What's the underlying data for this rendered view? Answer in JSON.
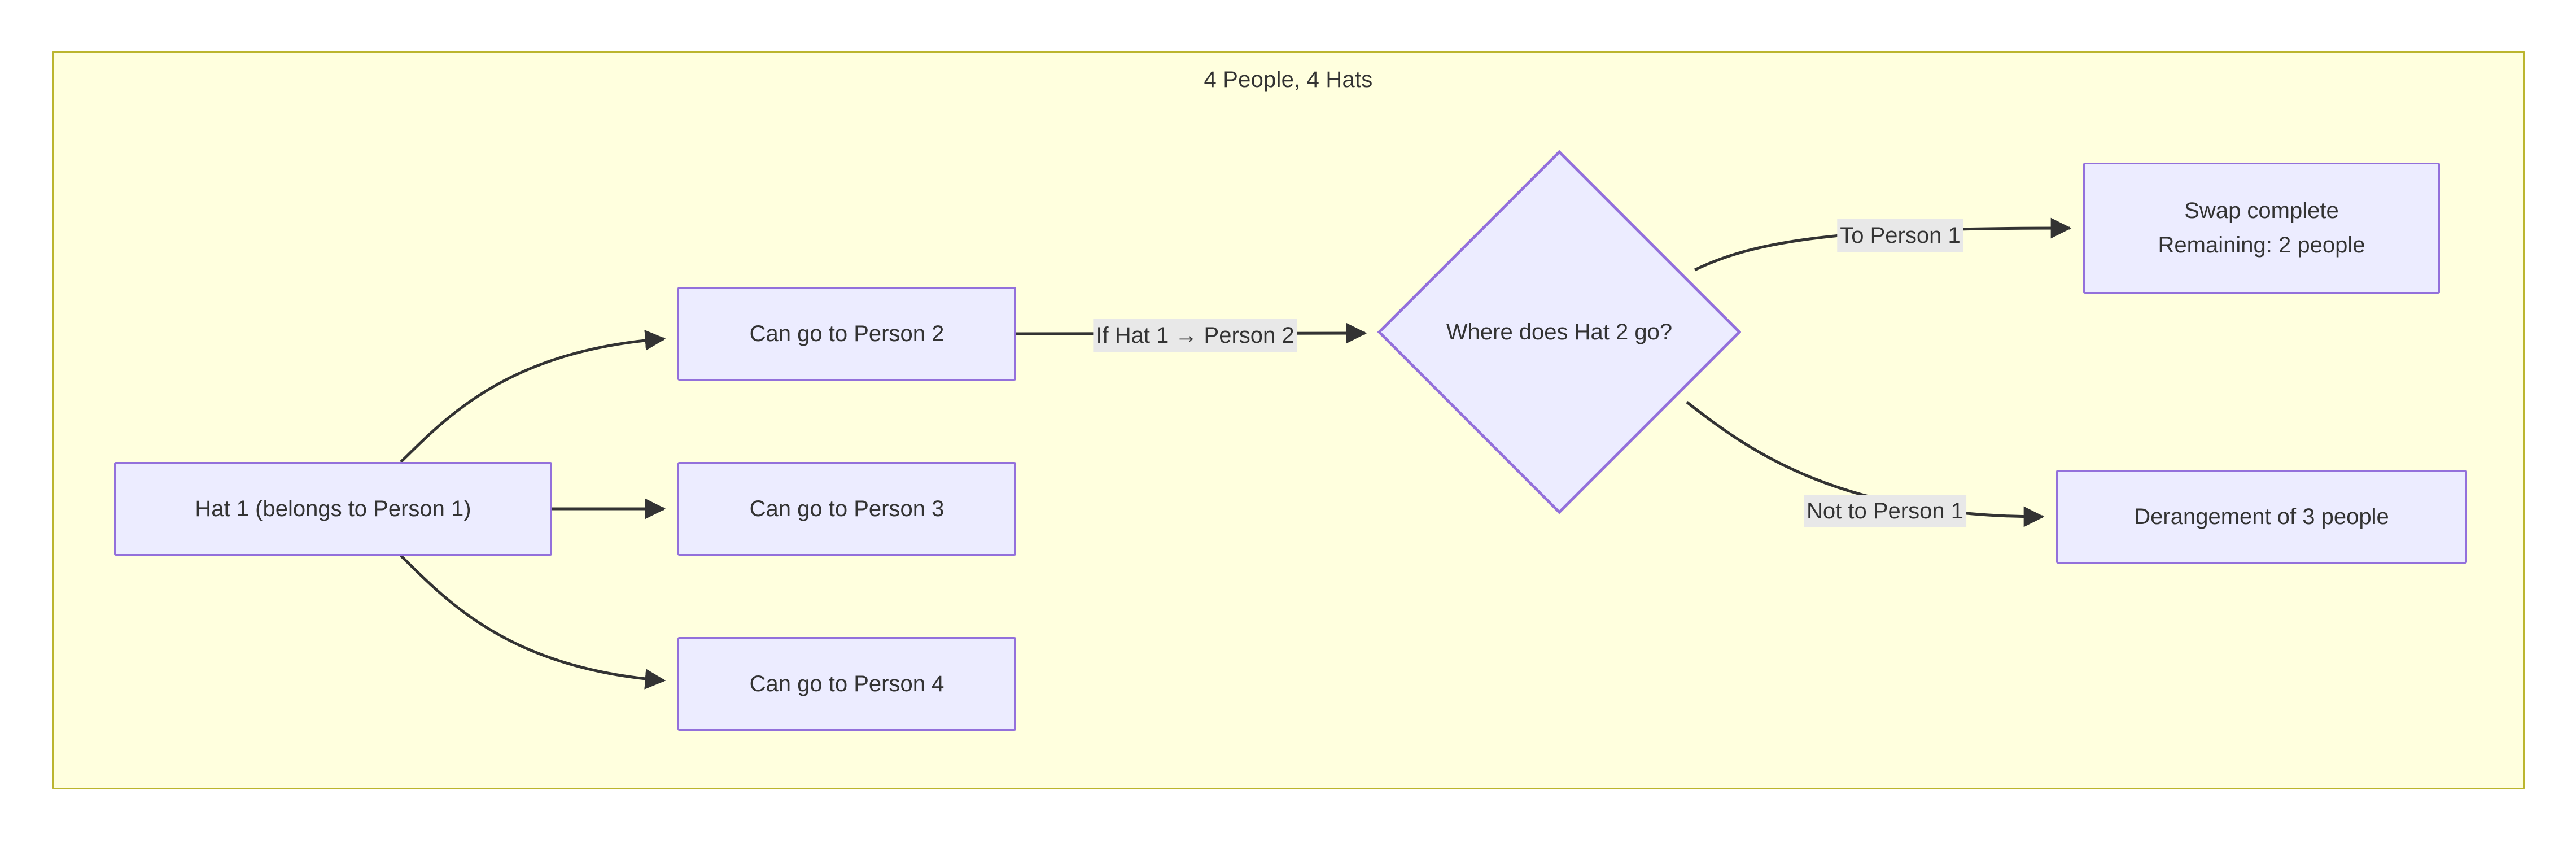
{
  "diagram": {
    "type": "flowchart",
    "title": "4 People, 4 Hats",
    "colors": {
      "subgraph_fill": "#ffffde",
      "subgraph_border": "#bbb52e",
      "node_fill": "#ececff",
      "node_border": "#9370db",
      "edge_stroke": "#333333",
      "edge_label_bg": "#e8e8e8",
      "text": "#333333"
    },
    "nodes": [
      {
        "id": "hat1",
        "shape": "rect",
        "label": "Hat 1 (belongs to Person 1)"
      },
      {
        "id": "person2",
        "shape": "rect",
        "label": "Can go to Person 2"
      },
      {
        "id": "person3",
        "shape": "rect",
        "label": "Can go to Person 3"
      },
      {
        "id": "person4",
        "shape": "rect",
        "label": "Can go to Person 4"
      },
      {
        "id": "decision",
        "shape": "diamond",
        "label": "Where does Hat 2 go?"
      },
      {
        "id": "swap",
        "shape": "rect",
        "label_line1": "Swap complete",
        "label_line2": "Remaining: 2 people"
      },
      {
        "id": "derangement",
        "shape": "rect",
        "label": "Derangement of 3 people"
      }
    ],
    "edges": [
      {
        "from": "hat1",
        "to": "person2",
        "label": ""
      },
      {
        "from": "hat1",
        "to": "person3",
        "label": ""
      },
      {
        "from": "hat1",
        "to": "person4",
        "label": ""
      },
      {
        "from": "person2",
        "to": "decision",
        "label": "If Hat 1  →  Person 2"
      },
      {
        "from": "decision",
        "to": "swap",
        "label": "To Person 1"
      },
      {
        "from": "decision",
        "to": "derangement",
        "label": "Not to Person 1"
      }
    ]
  }
}
